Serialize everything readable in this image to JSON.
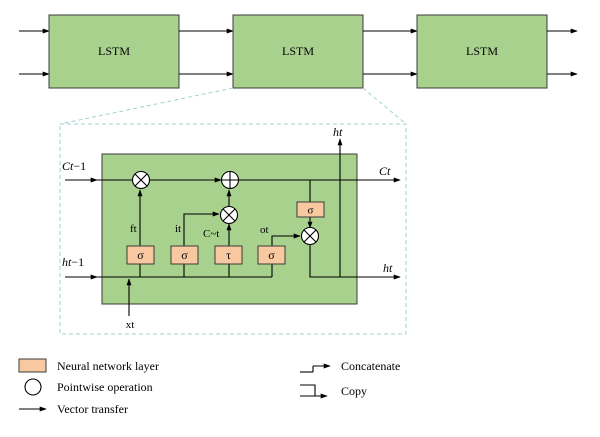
{
  "blocks": [
    {
      "label": "LSTM"
    },
    {
      "label": "LSTM"
    },
    {
      "label": "LSTM"
    }
  ],
  "cell": {
    "input_c_prev": {
      "sym": "Ct",
      "sub": "−1"
    },
    "input_h_prev": {
      "sym": "ht",
      "sub": "−1"
    },
    "input_x": "xt",
    "output_c": "Ct",
    "output_h_right": "ht",
    "output_h_top": "ht",
    "gates": {
      "forget": "ft",
      "input": "it",
      "candidate": "C~t",
      "output": "ot"
    },
    "layer_symbols": {
      "sigma": "σ",
      "tau": "τ"
    }
  },
  "legend": {
    "neural_network_layer": "Neural network layer",
    "pointwise_operation": "Pointwise operation",
    "vector_transfer": "Vector transfer",
    "concatenate": "Concatenate",
    "copy": "Copy"
  },
  "colors": {
    "block_fill": "#a9d18e",
    "layer_fill": "#f8c9a0",
    "frame": "#9fd3cf",
    "line": "#000000"
  }
}
